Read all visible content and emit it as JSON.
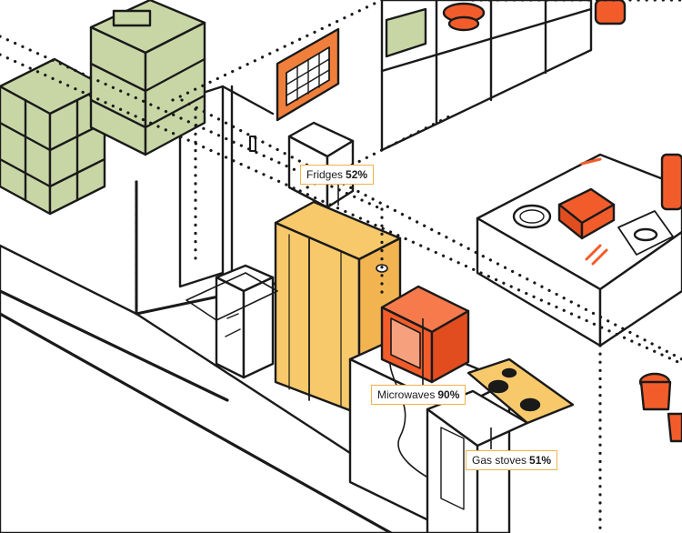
{
  "colors": {
    "ink": "#1a1a1a",
    "shelf_green": "#c8d6a6",
    "fridge_yellow": "#f7c96b",
    "appliance_orange": "#f25c2b",
    "label_border": "#f0b24a",
    "wall_white": "#ffffff"
  },
  "labels": {
    "fridges": {
      "name": "Fridges",
      "percent": "52%"
    },
    "microwaves": {
      "name": "Microwaves",
      "percent": "90%"
    },
    "gas_stoves": {
      "name": "Gas stoves",
      "percent": "51%"
    }
  }
}
